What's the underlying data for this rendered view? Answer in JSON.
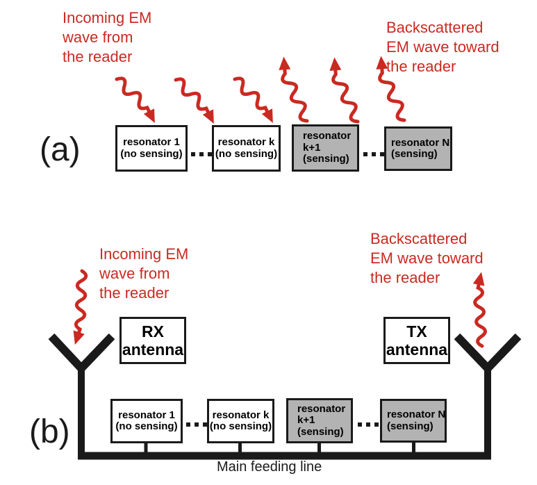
{
  "colors": {
    "accent_red": "#c92a21",
    "sensing_gray": "#b3b3b3",
    "ink": "#1a1a1a"
  },
  "panel_a": {
    "label": "(a)",
    "incoming_label": {
      "lines": [
        "Incoming EM",
        "wave from",
        "the reader"
      ]
    },
    "backscattered_label": {
      "lines": [
        "Backscattered",
        "EM wave toward",
        "the reader"
      ]
    },
    "resonators": [
      {
        "lines": [
          "resonator 1",
          "(no sensing)"
        ],
        "sensing": false
      },
      {
        "lines": [
          "resonator k",
          "(no sensing)"
        ],
        "sensing": false
      },
      {
        "lines": [
          "resonator",
          "k+1",
          "(sensing)"
        ],
        "sensing": true
      },
      {
        "lines": [
          "resonator N",
          "(sensing)"
        ],
        "sensing": true
      }
    ]
  },
  "panel_b": {
    "label": "(b)",
    "incoming_label": {
      "lines": [
        "Incoming EM",
        "wave from",
        "the reader"
      ]
    },
    "backscattered_label": {
      "lines": [
        "Backscattered",
        "EM wave toward",
        "the reader"
      ]
    },
    "rx_antenna": {
      "lines": [
        "RX",
        "antenna"
      ]
    },
    "tx_antenna": {
      "lines": [
        "TX",
        "antenna"
      ]
    },
    "resonators": [
      {
        "lines": [
          "resonator 1",
          "(no sensing)"
        ],
        "sensing": false
      },
      {
        "lines": [
          "resonator k",
          "(no sensing)"
        ],
        "sensing": false
      },
      {
        "lines": [
          "resonator",
          "k+1",
          "(sensing)"
        ],
        "sensing": true
      },
      {
        "lines": [
          "resonator N",
          "(sensing)"
        ],
        "sensing": true
      }
    ],
    "feed_line_label": "Main feeding line"
  }
}
